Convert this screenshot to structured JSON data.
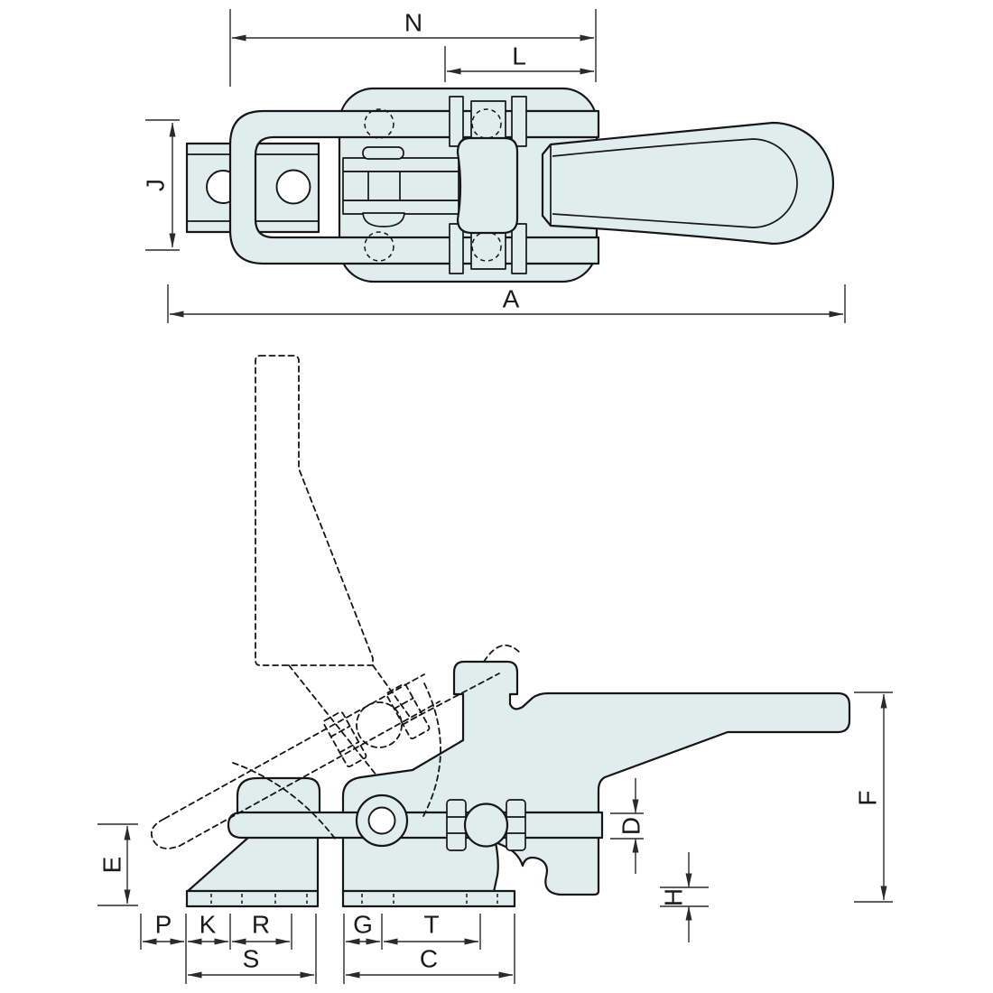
{
  "colors": {
    "part_fill": "#dfeeec",
    "outline": "#161616",
    "dim_color": "#2a2a2a",
    "background": "#ffffff"
  },
  "dims": {
    "N": "N",
    "L": "L",
    "J": "J",
    "A": "A",
    "E": "E",
    "F": "F",
    "D": "D",
    "H": "H",
    "P": "P",
    "K": "K",
    "R": "R",
    "S": "S",
    "G": "G",
    "T": "T",
    "C": "C"
  }
}
